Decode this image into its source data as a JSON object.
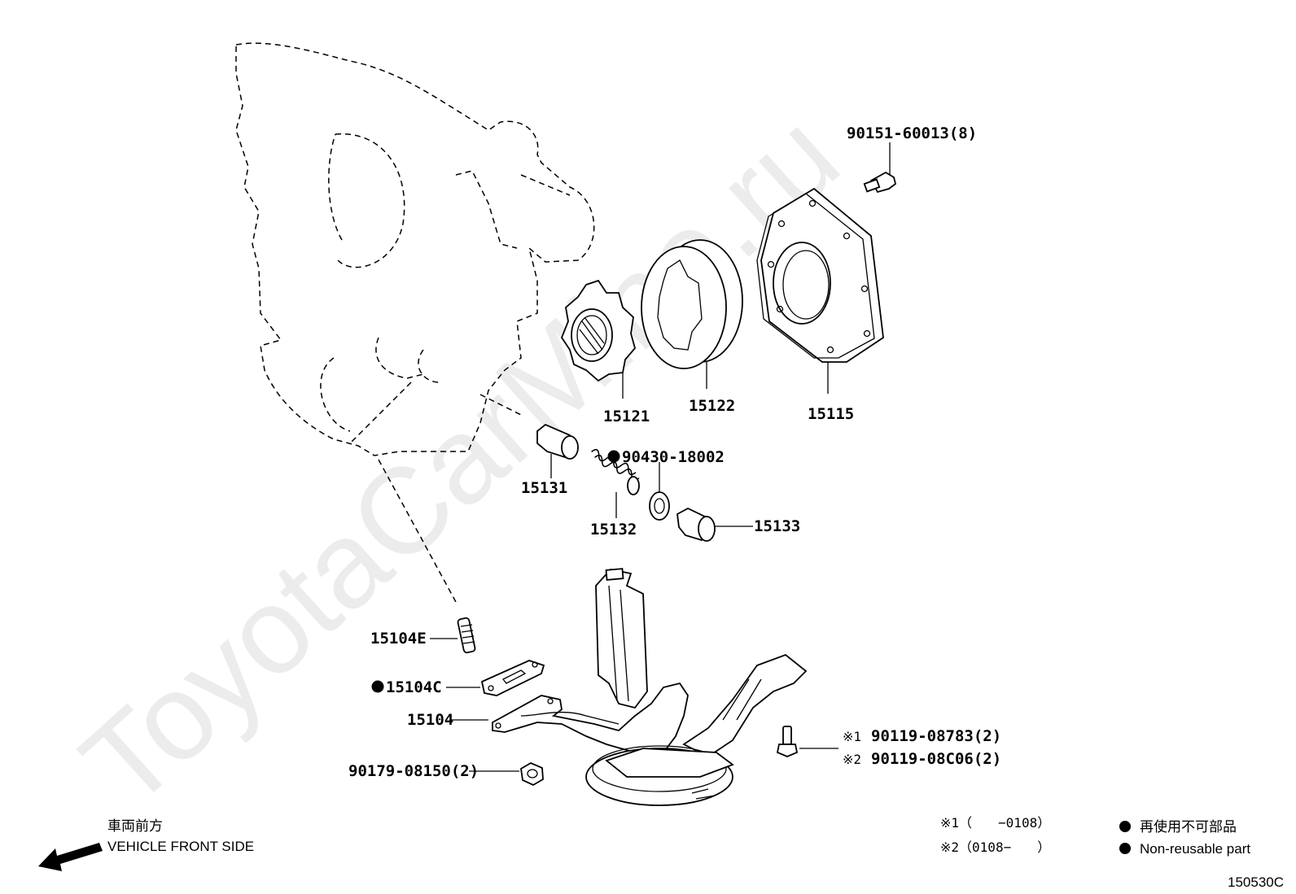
{
  "watermark": "ToyotaCarMine.ru",
  "parts": {
    "p_90151": "90151-60013(8)",
    "p_15121": "15121",
    "p_15122": "15122",
    "p_15115": "15115",
    "p_15131": "15131",
    "p_90430": "90430-18002",
    "p_15132": "15132",
    "p_15133": "15133",
    "p_15104E": "15104E",
    "p_15104C": "15104C",
    "p_15104": "15104",
    "p_90119_1": "90119-08783(2)",
    "p_90119_2": "90119-08C06(2)",
    "p_90179": "90179-08150(2)"
  },
  "marks": {
    "note1": "※1",
    "note2": "※2"
  },
  "notes": {
    "n1": "※1（　　−0108）",
    "n2": "※2（0108−　　）"
  },
  "legend": {
    "jp": "再使用不可部品",
    "en": "Non-reusable part"
  },
  "front": {
    "jp": "車両前方",
    "en": "VEHICLE FRONT SIDE"
  },
  "figure_code": "150530C"
}
